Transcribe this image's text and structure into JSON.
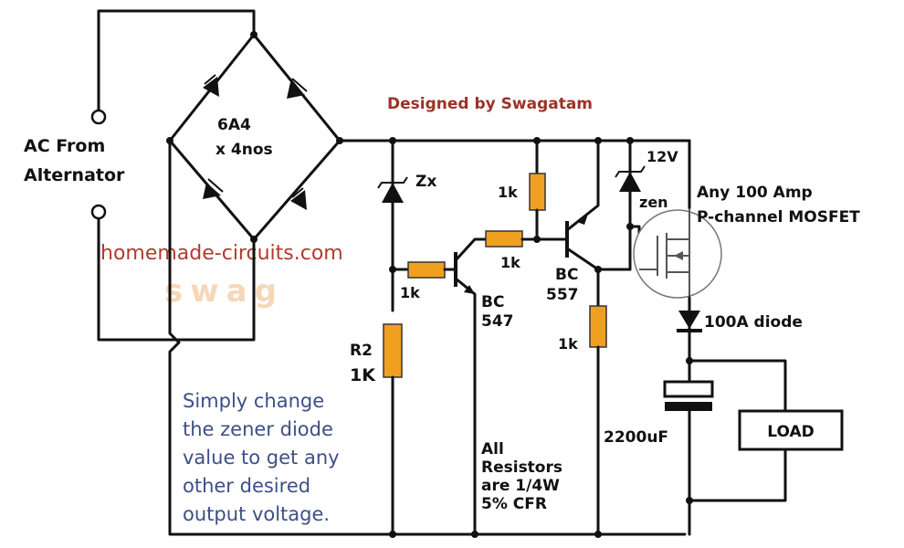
{
  "credit": "Designed by Swagatam",
  "watermark_site": "homemade-circuits.com",
  "watermark_logo": "swag",
  "ac_label_line1": "AC From",
  "ac_label_line2": "Alternator",
  "bridge_label_line1": "6A4",
  "bridge_label_line2": "x 4nos",
  "zener_zx": "Zx",
  "r_top_label": "1k",
  "r_base_label": "1k",
  "r_mid_label": "1k",
  "r_collector_label": "1k",
  "r2_label_line1": "R2",
  "r2_label_line2": "1K",
  "bc547_line1": "BC",
  "bc547_line2": "547",
  "bc557_line1": "BC",
  "bc557_line2": "557",
  "zener12_line1": "12V",
  "zener12_line2": "zen",
  "mosfet_line1": "Any 100 Amp",
  "mosfet_line2": "P-channel MOSFET",
  "diode_label": "100A diode",
  "cap_label": "2200uF",
  "load_label": "LOAD",
  "resistor_note": [
    "All",
    "Resistors",
    "are 1/4W",
    "5% CFR"
  ],
  "zener_note": [
    "Simply change",
    "the zener diode",
    "value to get any",
    "other desired",
    "output voltage."
  ],
  "colors": {
    "resistor": "#f0a020",
    "note": "#3d4f86",
    "credit": "#9b3328"
  }
}
